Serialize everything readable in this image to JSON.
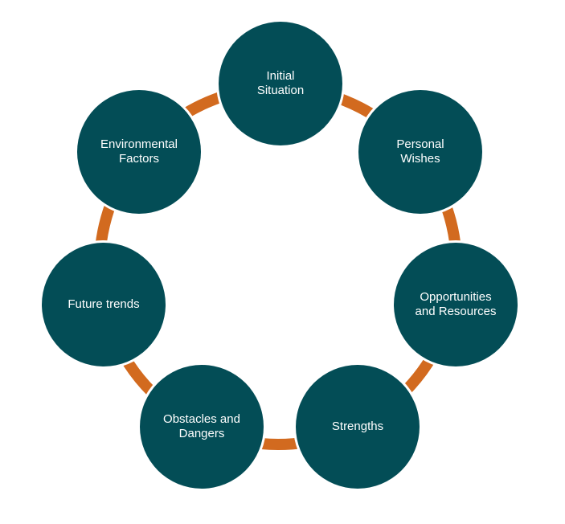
{
  "diagram": {
    "ring_color": "#d26a1f",
    "node_color": "#034d56",
    "label_color": "#ffffff",
    "nodes": [
      {
        "label": "Initial\nSituation"
      },
      {
        "label": "Personal\nWishes"
      },
      {
        "label": "Opportunities\nand Resources"
      },
      {
        "label": "Strengths"
      },
      {
        "label": "Obstacles and\nDangers"
      },
      {
        "label": "Future trends"
      },
      {
        "label": "Environmental\nFactors"
      }
    ]
  }
}
